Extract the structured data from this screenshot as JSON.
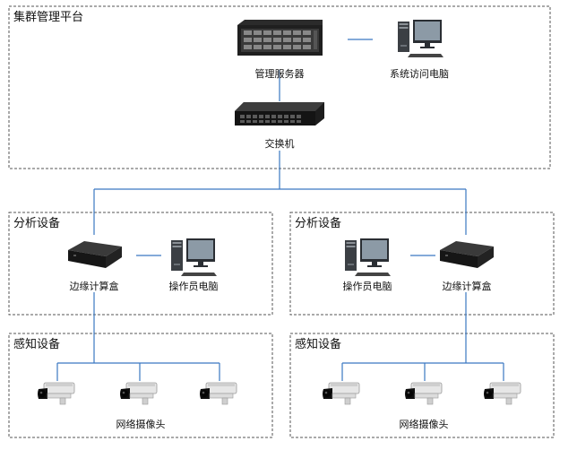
{
  "groups": {
    "cluster": {
      "title": "集群管理平台"
    },
    "analysis_left": {
      "title": "分析设备"
    },
    "analysis_right": {
      "title": "分析设备"
    },
    "sensing_left": {
      "title": "感知设备"
    },
    "sensing_right": {
      "title": "感知设备"
    }
  },
  "nodes": {
    "management_server": {
      "label": "管理服务器",
      "icon": "rack-server-icon"
    },
    "access_pc": {
      "label": "系统访问电脑",
      "icon": "desktop-computer-icon"
    },
    "switch": {
      "label": "交换机",
      "icon": "network-switch-icon"
    },
    "edge_box_left": {
      "label": "边缘计算盒",
      "icon": "edge-box-icon"
    },
    "operator_pc_left": {
      "label": "操作员电脑",
      "icon": "desktop-computer-icon"
    },
    "operator_pc_right": {
      "label": "操作员电脑",
      "icon": "desktop-computer-icon"
    },
    "edge_box_right": {
      "label": "边缘计算盒",
      "icon": "edge-box-icon"
    },
    "cameras_left": {
      "label": "网络摄像头",
      "count": 3,
      "icon": "bullet-camera-icon"
    },
    "cameras_right": {
      "label": "网络摄像头",
      "count": 3,
      "icon": "bullet-camera-icon"
    }
  },
  "colors": {
    "connector": "#3a78c2",
    "group_border": "#555555",
    "device_dark": "#1c1c1c",
    "monitor_screen": "#8c9aa6"
  }
}
